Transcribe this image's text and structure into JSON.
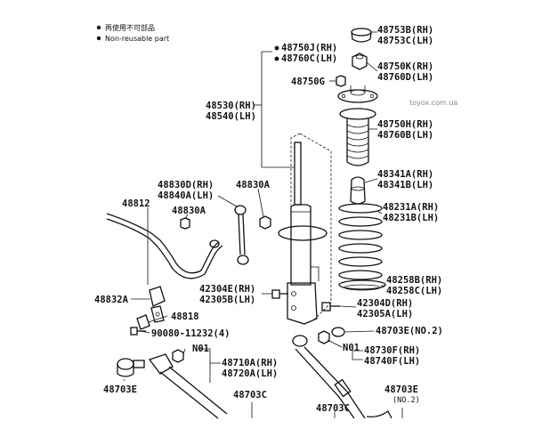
{
  "legend": {
    "cjk": "再使用不可部品",
    "en": "Non-reusable part"
  },
  "watermark": "toyox.com.ua",
  "labels": {
    "p48753": [
      "48753B(RH)",
      "48753C(LH)"
    ],
    "p48750j": [
      "48750J(RH)",
      "48760C(LH)"
    ],
    "p48750k": [
      "48750K(RH)",
      "48760D(LH)"
    ],
    "p48750g": "48750G",
    "p48530": [
      "48530(RH)",
      "48540(LH)"
    ],
    "p48750h": [
      "48750H(RH)",
      "48760B(LH)"
    ],
    "p48341": [
      "48341A(RH)",
      "48341B(LH)"
    ],
    "p48830d": [
      "48830D(RH)",
      "48840A(LH)"
    ],
    "p48830a_top": "48830A",
    "p48812": "48812",
    "p48830a_left": "48830A",
    "p48231": [
      "48231A(RH)",
      "48231B(LH)"
    ],
    "p48832a": "48832A",
    "p42304e": [
      "42304E(RH)",
      "42305B(LH)"
    ],
    "p48258": [
      "48258B(RH)",
      "48258C(LH)"
    ],
    "p48818": "48818",
    "p42304d": [
      "42304D(RH)",
      "42305A(LH)"
    ],
    "p90080": "90080-11232(4)",
    "p48703e_no2": "48703E(NO.2)",
    "n01_left": "N01",
    "n01_right": "N01",
    "p48730f": [
      "48730F(RH)",
      "48740F(LH)"
    ],
    "p48710a": [
      "48710A(RH)",
      "48720A(LH)"
    ],
    "p48703e_left": "48703E",
    "p48703c_mid": "48703C",
    "p48703c_right": "48703C",
    "p48703e_bottom": [
      "48703E",
      "(NO.2)"
    ]
  }
}
